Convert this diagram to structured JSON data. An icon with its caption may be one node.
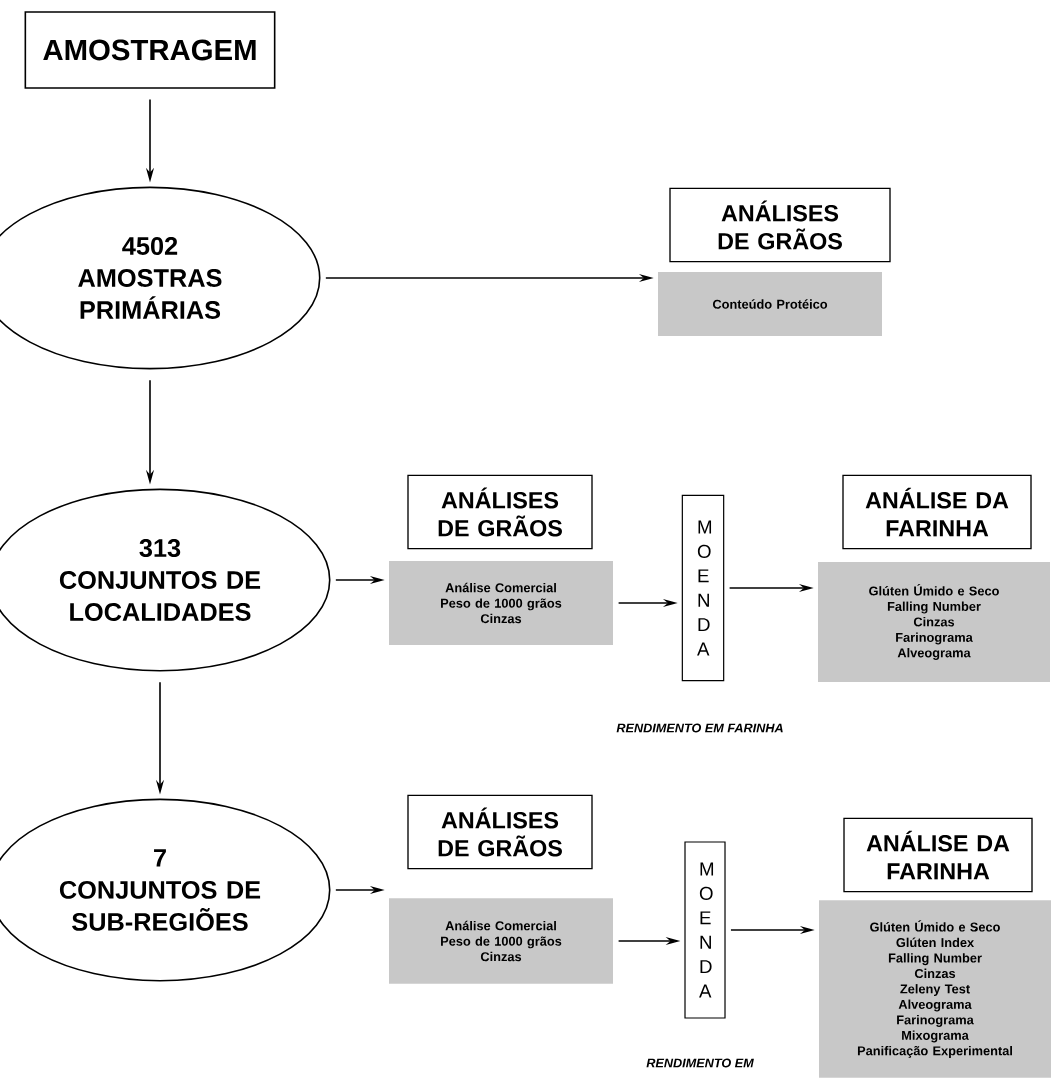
{
  "diagram": {
    "nodes": [
      {
        "text": [
          "AMOSTRAGEM"
        ]
      },
      {
        "text": [
          "4502",
          "AMOSTRAS PRIMÁRIAS"
        ]
      },
      {
        "text": [
          "ANÁLISES DE GRÃOS"
        ]
      },
      {
        "text": [
          "Conteúdo Protéico"
        ]
      },
      {
        "text": [
          "313",
          "CONJUNTOS DE LOCALIDADES"
        ]
      },
      {
        "text": [
          "ANÁLISES DE GRÃOS"
        ]
      },
      {
        "text": [
          "Análise Comercial",
          "Peso de 1000 grãos",
          "Cinzas"
        ]
      },
      {
        "text": [
          "M O E N D A"
        ]
      },
      {
        "text": [
          "ANÁLISE DA FARINHA"
        ]
      },
      {
        "text": [
          "Glúten Úmido e Seco",
          "Falling Number",
          "Cinzas",
          "Farinograma",
          "Alveograma"
        ]
      },
      {
        "text": [
          "7",
          "CONJUNTOS DE SUB-REGIÕES"
        ]
      },
      {
        "text": [
          "ANÁLISES DE GRÃOS"
        ]
      },
      {
        "text": [
          "Análise Comercial",
          "Peso de 1000 grãos",
          "Cinzas"
        ]
      },
      {
        "text": [
          "M O E N D A"
        ]
      },
      {
        "text": [
          "ANÁLISE DA FARINHA"
        ]
      },
      {
        "text": [
          "Glúten Úmido e Seco",
          "Glúten Index",
          "Falling Number",
          "Cinzas",
          "Zeleny Test",
          "Alveograma",
          "Farinograma",
          "Mixograma",
          "Panificação Experimental"
        ]
      }
    ],
    "edges": [
      {
        "from": 0,
        "to": 1,
        "arrow": "to"
      },
      {
        "from": 1,
        "to": 3,
        "arrow": "to"
      },
      {
        "from": 1,
        "to": 4,
        "arrow": "to"
      },
      {
        "from": 4,
        "to": 6,
        "arrow": "to"
      },
      {
        "from": 6,
        "to": 7,
        "arrow": "to"
      },
      {
        "from": 7,
        "to": 9,
        "arrow": "to"
      },
      {
        "from": 4,
        "to": 10,
        "arrow": "to"
      },
      {
        "from": 10,
        "to": 12,
        "arrow": "to"
      },
      {
        "from": 12,
        "to": 13,
        "arrow": "to"
      },
      {
        "from": 13,
        "to": 15,
        "arrow": "to"
      }
    ],
    "labels": [
      "RENDIMENTO EM FARINHA",
      "RENDIMENTO EM"
    ]
  }
}
